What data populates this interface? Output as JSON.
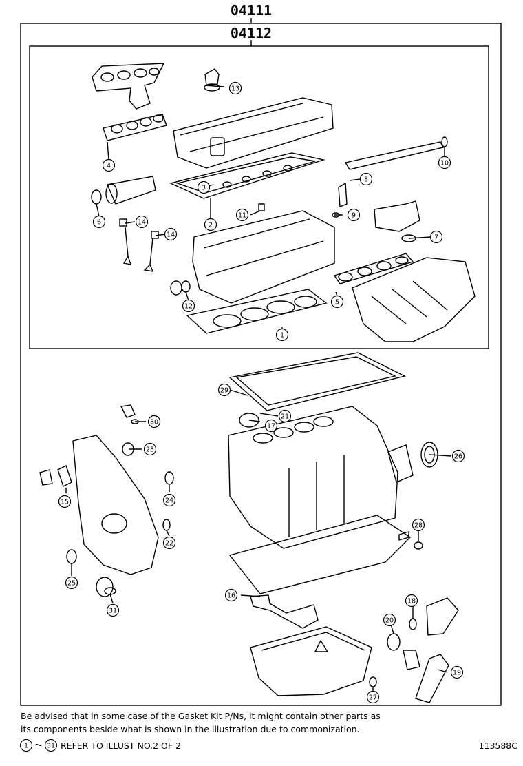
{
  "assembly_numbers": {
    "outer": "04111",
    "inner": "04112"
  },
  "callouts": [
    {
      "n": "1"
    },
    {
      "n": "2"
    },
    {
      "n": "3"
    },
    {
      "n": "4"
    },
    {
      "n": "5"
    },
    {
      "n": "6"
    },
    {
      "n": "7"
    },
    {
      "n": "8"
    },
    {
      "n": "9"
    },
    {
      "n": "10"
    },
    {
      "n": "11"
    },
    {
      "n": "12"
    },
    {
      "n": "13"
    },
    {
      "n": "14"
    },
    {
      "n": "14"
    },
    {
      "n": "15"
    },
    {
      "n": "16"
    },
    {
      "n": "17"
    },
    {
      "n": "18"
    },
    {
      "n": "19"
    },
    {
      "n": "20"
    },
    {
      "n": "21"
    },
    {
      "n": "22"
    },
    {
      "n": "23"
    },
    {
      "n": "24"
    },
    {
      "n": "25"
    },
    {
      "n": "26"
    },
    {
      "n": "27"
    },
    {
      "n": "28"
    },
    {
      "n": "29"
    },
    {
      "n": "30"
    },
    {
      "n": "31"
    }
  ],
  "footer": {
    "note_line1": "Be advised that in some case of the Gasket Kit P/Ns,  it might contain other parts as",
    "note_line2": "its components beside what is shown in the illustration due to commonization.",
    "range_start": "1",
    "range_sep": "～",
    "range_end": "31",
    "refer_text": "REFER TO ILLUST NO.2 OF 2",
    "illust_code": "113588C"
  }
}
